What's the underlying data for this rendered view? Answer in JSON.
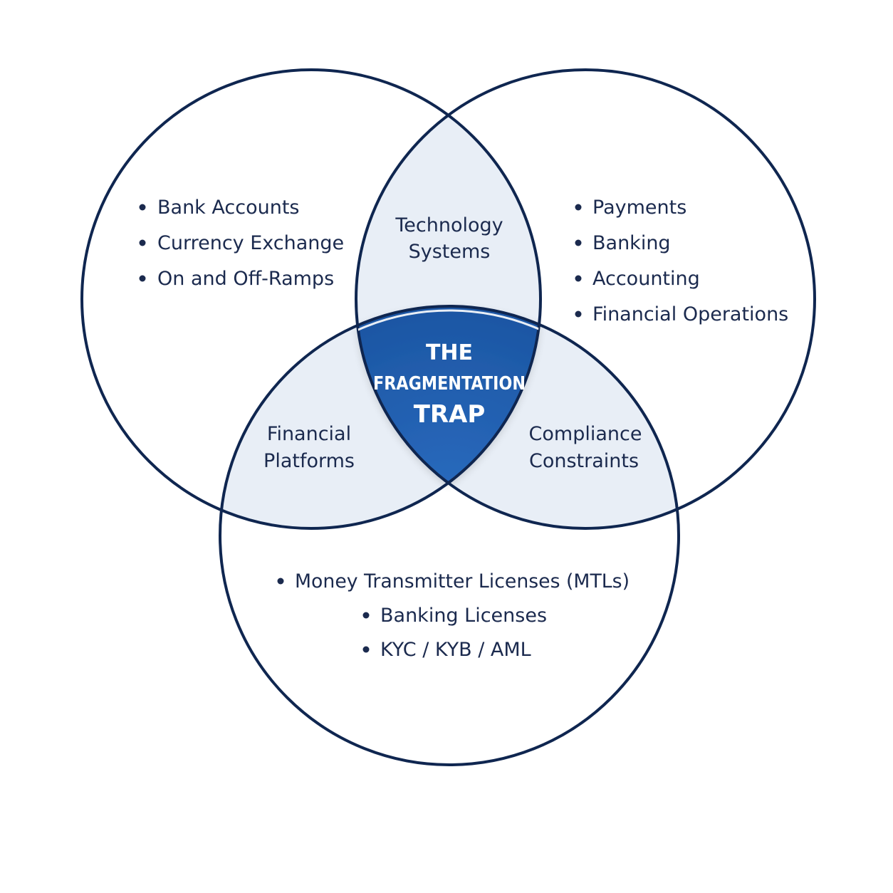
{
  "diagram": {
    "type": "venn",
    "colors": {
      "outline": "#0f2650",
      "overlap_fill": "#e8eef6",
      "center_fill": "#1f5fae",
      "center_text": "#ffffff",
      "text": "#1b2a4e"
    },
    "sets": {
      "left": {
        "items": [
          "Bank Accounts",
          "Currency Exchange",
          "On and Off-Ramps"
        ]
      },
      "right": {
        "items": [
          "Payments",
          "Banking",
          "Accounting",
          "Financial Operations"
        ]
      },
      "bottom": {
        "items": [
          "Money Transmitter Licenses (MTLs)",
          "Banking Licenses",
          "KYC / KYB / AML"
        ]
      }
    },
    "overlaps": {
      "left_right": [
        "Technology",
        "Systems"
      ],
      "left_bottom": [
        "Financial",
        "Platforms"
      ],
      "right_bottom": [
        "Compliance",
        "Constraints"
      ]
    },
    "center": [
      "THE",
      "FRAGMENTATION",
      "TRAP"
    ]
  }
}
